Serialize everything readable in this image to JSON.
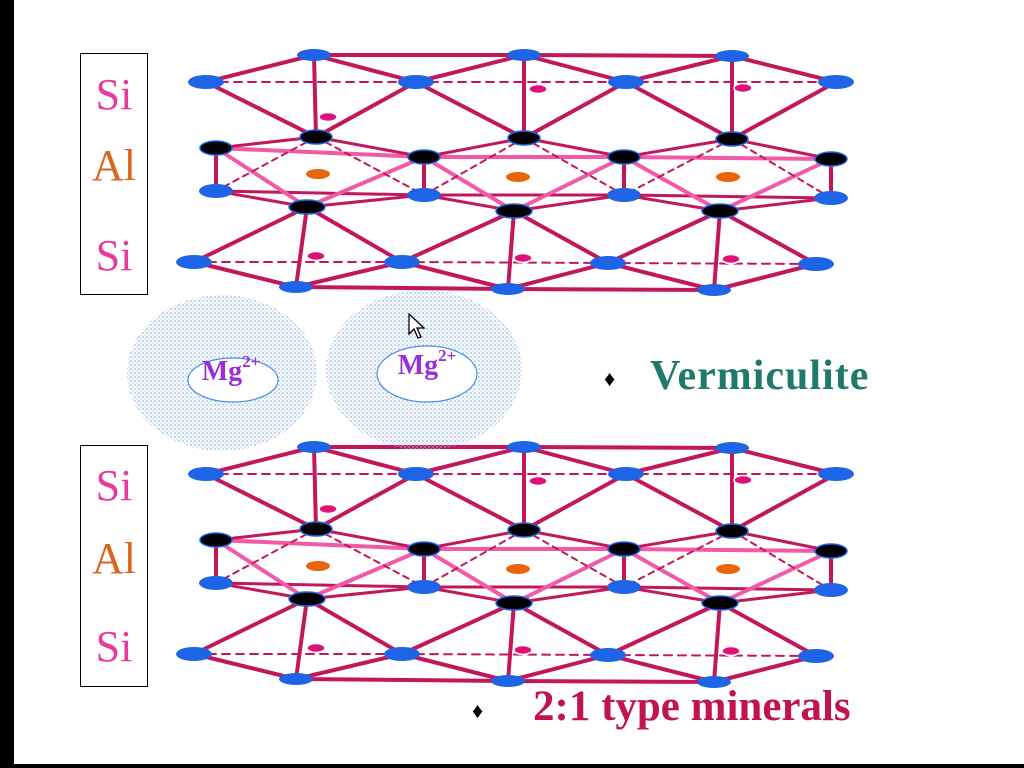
{
  "top_layer": {
    "labels": [
      "Si",
      "Al",
      "Si"
    ]
  },
  "bottom_layer": {
    "labels": [
      "Si",
      "Al",
      "Si"
    ]
  },
  "ions": [
    {
      "symbol": "Mg",
      "charge": "2+"
    },
    {
      "symbol": "Mg",
      "charge": "2+"
    }
  ],
  "bullets": [
    {
      "text": "Vermiculite",
      "color": "#1f7a6b"
    },
    {
      "text": "2:1 type minerals",
      "color": "#c0144a"
    }
  ],
  "colors": {
    "bond": "#c2185b",
    "bond_light": "#f25aa8",
    "oxygen": "#1e64e6",
    "hydroxyl": "#000000",
    "aluminum": "#e8650c",
    "silicon": "#e0107a",
    "label_si": "#e83a9c",
    "label_al": "#d9651e",
    "ion": "#9b2fd6",
    "hydration_shell": "#8fb8e8"
  },
  "icons": {
    "cursor": "mouse-pointer-icon"
  }
}
